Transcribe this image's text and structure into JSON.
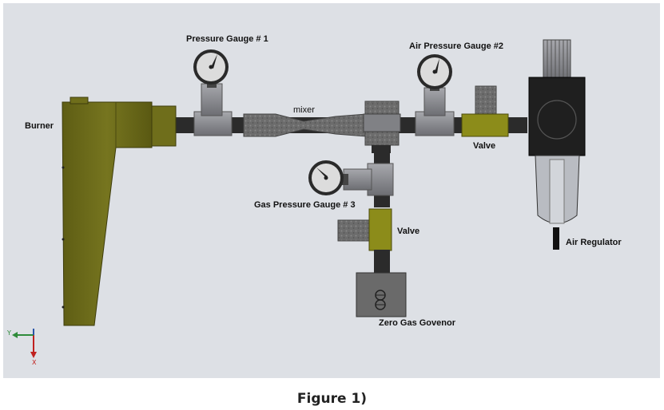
{
  "labels": {
    "burner": "Burner",
    "pressure_gauge_1": "Pressure Gauge # 1",
    "air_pressure_gauge_2": "Air Pressure Gauge #2",
    "mixer": "mixer",
    "valve_air": "Valve",
    "gas_pressure_gauge_3": "Gas Pressure Gauge # 3",
    "valve_gas": "Valve",
    "air_regulator": "Air Regulator",
    "zero_gas_governor": "Zero Gas Govenor"
  },
  "axes": {
    "y": "Y",
    "x": "X"
  },
  "caption": "Figure 1)",
  "colors": {
    "background": "#dde0e5",
    "burner": "#6b6a18",
    "valve": "#8f8f1a",
    "pipe": "#2b2b2b",
    "fitting": "#7d7e83",
    "mixer": "#6f6f6f"
  }
}
